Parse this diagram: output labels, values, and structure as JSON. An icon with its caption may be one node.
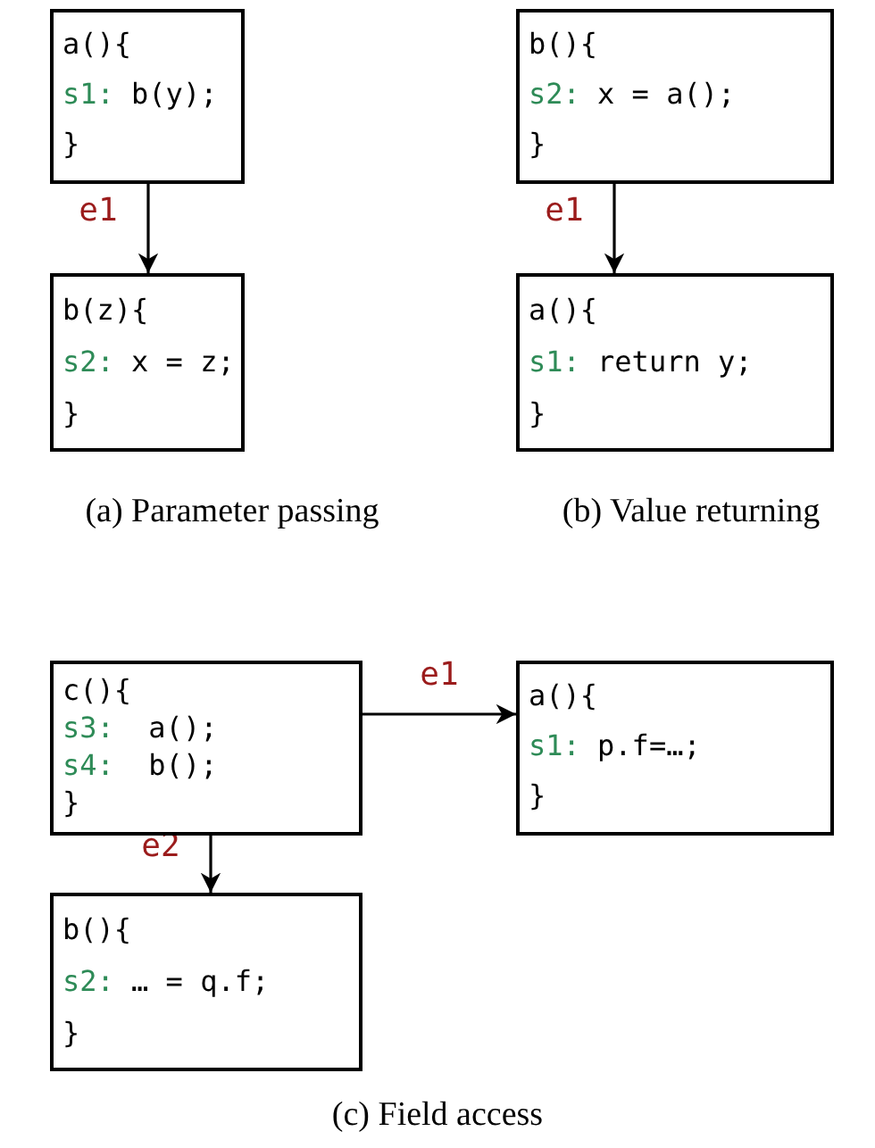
{
  "diagram": {
    "nodes": [
      {
        "text": [
          "a(){",
          "s1: b(y);",
          "}"
        ]
      },
      {
        "text": [
          "b(z){",
          "s2: x = z;",
          "}"
        ]
      },
      {
        "text": [
          "b(){",
          "s2: x = a();",
          "}"
        ]
      },
      {
        "text": [
          "a(){",
          "s1: return y;",
          "}"
        ]
      },
      {
        "text": [
          "c(){",
          "s3:  a();",
          "s4:  b();",
          "}"
        ]
      },
      {
        "text": [
          "a(){",
          "s1: p.f=…;",
          "}"
        ]
      },
      {
        "text": [
          "b(){",
          "s2: … = q.f;",
          "}"
        ]
      }
    ],
    "edges": [
      {
        "from": 0,
        "to": 1,
        "arrow": "to",
        "label": "e1"
      },
      {
        "from": 2,
        "to": 3,
        "arrow": "to",
        "label": "e1"
      },
      {
        "from": 4,
        "to": 5,
        "arrow": "to",
        "label": "e1"
      },
      {
        "from": 4,
        "to": 6,
        "arrow": "to",
        "label": "e2"
      }
    ],
    "labels": [
      "(a) Parameter passing",
      "(b) Value returning",
      "(c) Field access"
    ]
  }
}
